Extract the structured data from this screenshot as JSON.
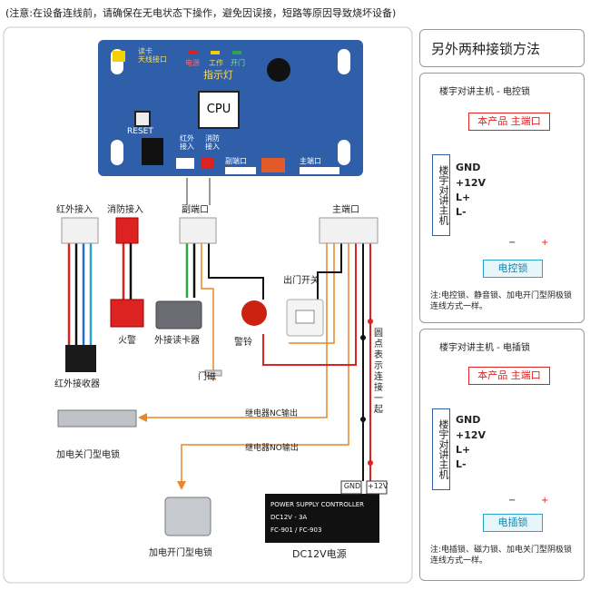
{
  "note": "(注意:在设备连线前，请确保在无电状态下操作，避免因误接，短路等原因导致烧坏设备)",
  "board": {
    "reader_antenna": "读卡\n天线接口",
    "led_power": "电源",
    "led_work": "工作",
    "led_open": "开门",
    "indicator": "指示灯",
    "cpu": "CPU",
    "reset": "RESET",
    "infrared_in": "红外\n接入",
    "fire_in": "消防\n接入",
    "sub_port": "副端口",
    "main_port": "主端口"
  },
  "left": {
    "infrared_in": "红外接入",
    "fire_in": "消防接入",
    "sub_port": "副端口",
    "main_port": "主端口",
    "fire_alarm": "火警",
    "ext_reader": "外接读卡器",
    "bell": "警铃",
    "exit_switch": "出门开关",
    "door_magnet": "门磁",
    "infrared_receiver": "红外接收器",
    "dot_note": "圆点表示连接一起",
    "relay_nc": "继电器NC输出",
    "relay_no": "继电器NO输出",
    "fail_secure_lock": "加电关门型电锁",
    "fail_open_lock": "加电开门型电锁",
    "gnd": "GND",
    "v12": "+12V",
    "psu_title": "POWER SUPPLY CONTROLLER",
    "psu_spec": "DC12V - 3A",
    "psu_model": "FC-901 / FC-903",
    "psu_label": "DC12V电源"
  },
  "right": {
    "title": "另外两种接锁方法",
    "panel1": {
      "heading": "楼宇对讲主机 - 电控锁",
      "product": "本产品 主端口",
      "host": "楼宇对讲主机",
      "gnd": "GND",
      "v12": "+12V",
      "lp": "L+",
      "lm": "L-",
      "minus": "−",
      "plus": "+",
      "lock": "电控锁",
      "note": "注:电控锁、静音锁、加电开门型阴极锁连线方式一样。"
    },
    "panel2": {
      "heading": "楼宇对讲主机 - 电插锁",
      "product": "本产品 主端口",
      "host": "楼宇对讲主机",
      "gnd": "GND",
      "v12": "+12V",
      "lp": "L+",
      "lm": "L-",
      "minus": "−",
      "plus": "+",
      "lock": "电插锁",
      "note": "注:电插锁、磁力锁、加电关门型阴极锁连线方式一样。"
    }
  },
  "colors": {
    "board_blue": "#2f5fa8",
    "accent_red": "#d22222",
    "wire_orange": "#e8862a",
    "cyan": "#29a3c9"
  }
}
